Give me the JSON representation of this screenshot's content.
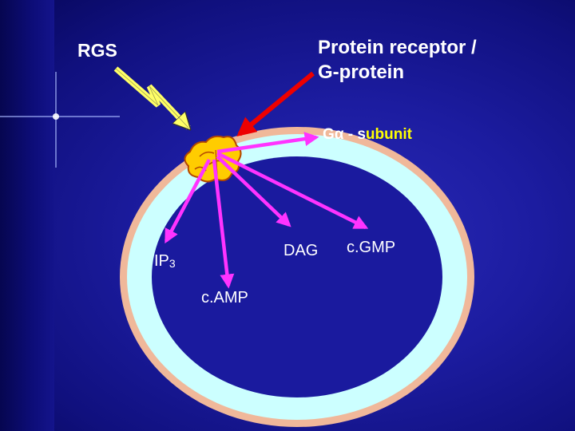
{
  "labels": {
    "rgs": "RGS",
    "receptor_line1": "Protein receptor /",
    "receptor_line2": "G-protein",
    "subunit_prefix": "Gα - s",
    "subunit_highlight": "ubunit",
    "dag": "DAG",
    "cgmp": "c.GMP",
    "ip3_main": "IP",
    "ip3_sub": "3",
    "camp": "c.AMP"
  },
  "colors": {
    "background": "#1c1ca0",
    "membrane_outer": "#f0b89a",
    "membrane_inner": "#ccffff",
    "arrow_magenta": "#ff33ff",
    "arrow_red": "#ee0000",
    "arrow_yellow": "#ffff66",
    "protein_blob": "#ffcc00",
    "highlight_text": "#ffff00"
  }
}
